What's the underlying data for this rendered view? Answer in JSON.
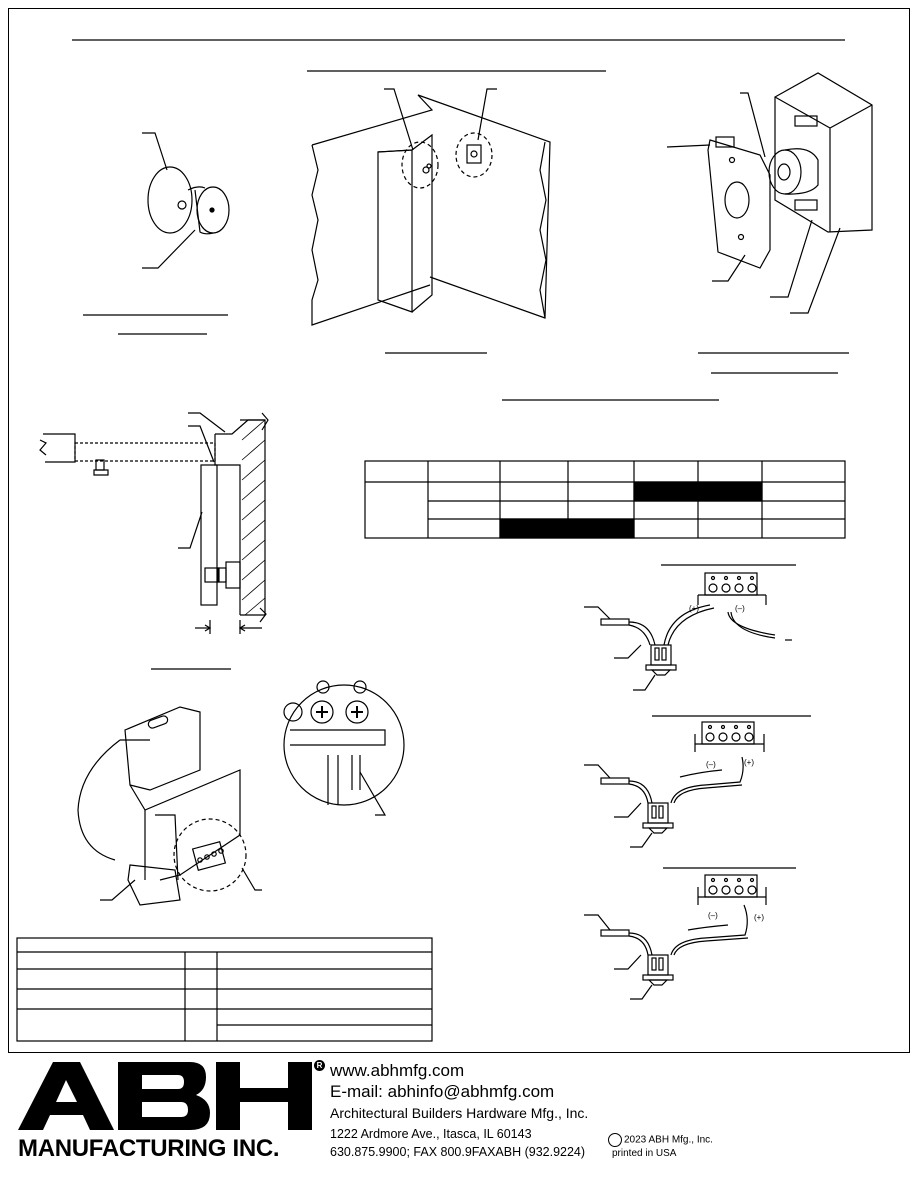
{
  "footer": {
    "logo_letters": "ABH",
    "brand_name": "MANUFACTURING INC.",
    "website": "www.abhmfg.com",
    "email": "E-mail: abhinfo@abhmfg.com",
    "company": "Architectural Builders Hardware Mfg., Inc.",
    "address": "1222 Ardmore Ave., Itasca, IL 60143",
    "phone": "630.875.9900; FAX 800.9FAXABH (932.9224)",
    "copyright": "2023 ABH Mfg., Inc.",
    "printed": "printed in USA"
  },
  "wiring": {
    "diagram1_polarity_left": "(+)",
    "diagram1_polarity_right": "(–)",
    "diagram2_polarity_left": "(–)",
    "diagram2_polarity_right": "(+)",
    "diagram3_polarity_left": "(–)",
    "diagram3_polarity_right": "(+)"
  }
}
